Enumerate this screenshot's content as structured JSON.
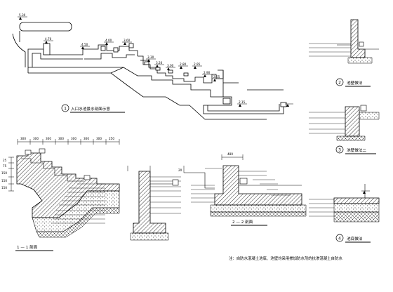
{
  "diagram": {
    "hatch_color": "#000000",
    "line_color": "#000000",
    "elevations_main": [
      "5.30",
      "4.70",
      "4.50",
      "4.00",
      "3.60",
      "3.30",
      "3.20",
      "3.00",
      "2.80",
      "2.95",
      "2.90",
      "2.55",
      "2.15"
    ],
    "dims_11": [
      "300",
      "300",
      "300",
      "300",
      "300",
      "300",
      "300",
      "250"
    ],
    "dims_11_v": [
      "25",
      "75",
      "150",
      "150",
      "150"
    ],
    "dim_22": "480",
    "dim_22_b": "20",
    "titles": {
      "main": {
        "num": "1",
        "text": "入口水池景水剖面示意"
      },
      "sec11": {
        "text": "1 — 1 剖面"
      },
      "sec22": {
        "text": "2 — 2 剖面"
      },
      "d2": {
        "num": "2",
        "text": "池壁做法"
      },
      "d3": {
        "num": "3",
        "text": "池壁做法二"
      },
      "d4": {
        "num": "4",
        "text": "池底做法"
      }
    },
    "note": "注：自防水混凝土池底、池壁均采用掺加防水剂的抗渗混凝土自防水"
  }
}
